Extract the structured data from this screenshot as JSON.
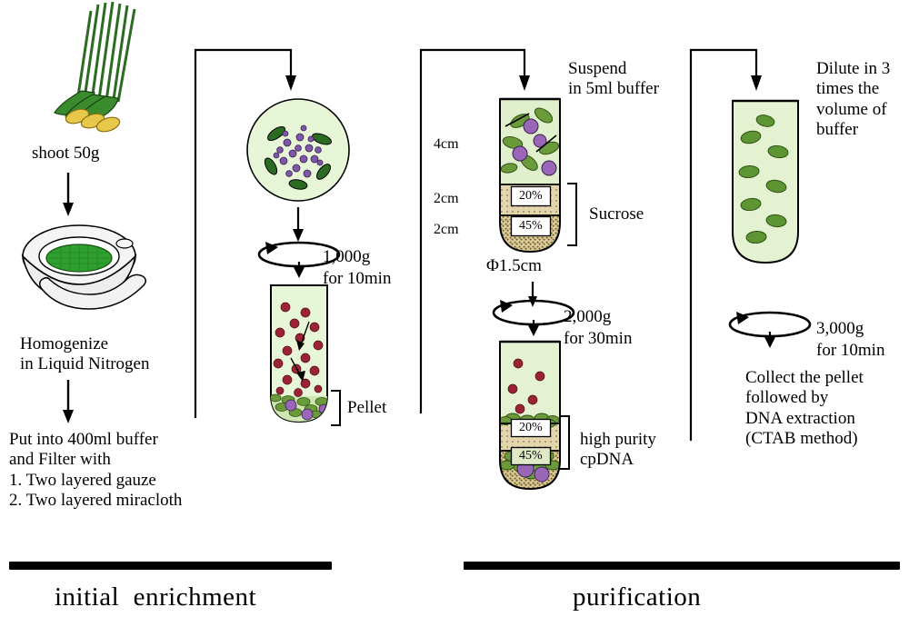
{
  "figure": {
    "title_hidden": "",
    "stages": [
      {
        "id": "initial",
        "label": "initial  enrichment"
      },
      {
        "id": "purification",
        "label": "purification"
      }
    ],
    "colors": {
      "leaf_green": "#3a8a2e",
      "leaf_dark": "#2c6b22",
      "buffer_green": "#e4f4d4",
      "sucrose_tan": "#e0d3a8",
      "organelle_green": "#6a9a3a",
      "organelle_purple": "#9a67b8",
      "debris_red": "#9b2335",
      "outline": "#000000",
      "mortar_grey": "#f0f0f0",
      "mortar_inner_green": "#2fa02f"
    },
    "column1": {
      "sample_label": "shoot 50g",
      "homogenize_label": "Homogenize\nin Liquid Nitrogen",
      "filter_label": "Put into 400ml buffer\nand Filter with\n1. Two layered gauze\n2. Two layered miracloth"
    },
    "column2": {
      "spin_speed": "1,000g",
      "spin_time": "for 10min",
      "pellet_label": "Pellet"
    },
    "column3": {
      "suspend_label": "Suspend\nin 5ml buffer",
      "layer_4cm": "4cm",
      "layer_2cm_upper": "2cm",
      "layer_2cm_lower": "2cm",
      "sucrose_20": "20%",
      "sucrose_45": "45%",
      "sucrose_bracket_label": "Sucrose",
      "tube_diameter": "Φ1.5cm",
      "spin_speed": "2,000g",
      "spin_time": "for 30min",
      "band_20": "20%",
      "band_45": "45%",
      "result_label": "high purity\ncpDNA"
    },
    "column4": {
      "dilute_label": "Dilute in 3\ntimes the\nvolume of\nbuffer",
      "spin_speed": "3,000g",
      "spin_time": "for 10min",
      "collect_label": "Collect the pellet\nfollowed by\nDNA extraction\n(CTAB method)"
    }
  }
}
